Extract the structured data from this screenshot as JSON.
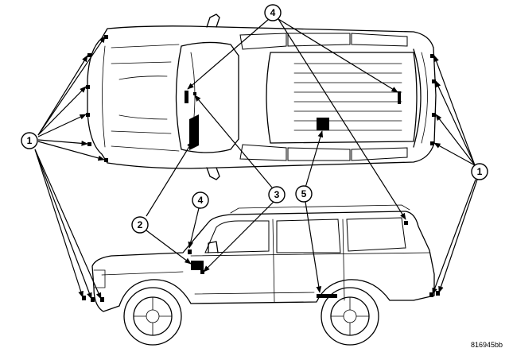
{
  "callouts": {
    "c1_left": "1",
    "c1_right": "1",
    "c2": "2",
    "c3": "3",
    "c4_top": "4",
    "c4_side": "4",
    "c5": "5"
  },
  "figure_id": "816945bb",
  "colors": {
    "line": "#000000",
    "background": "#ffffff"
  }
}
